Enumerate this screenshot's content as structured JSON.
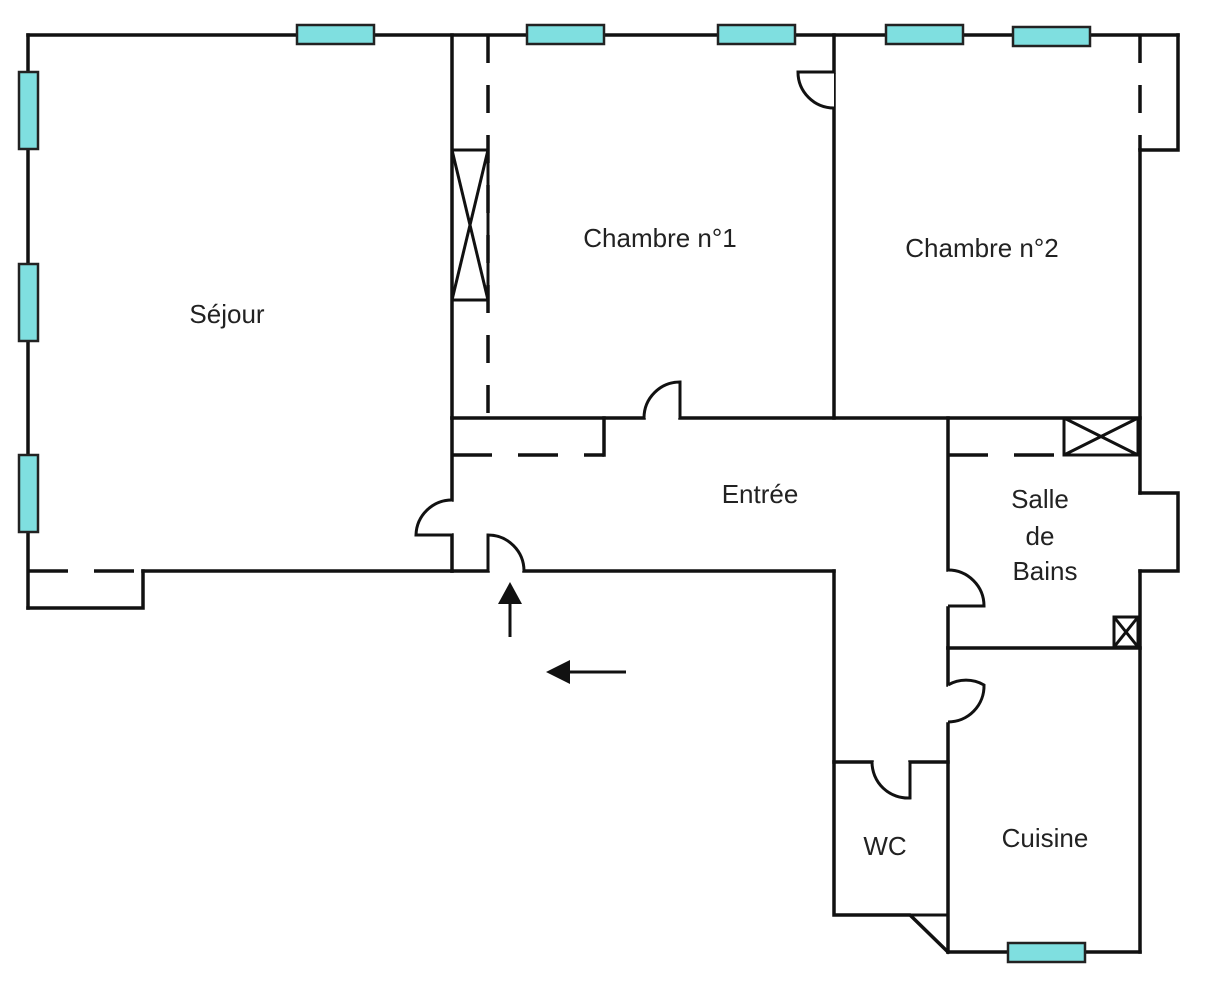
{
  "colors": {
    "wall": "#111111",
    "window": "#7fdfe0",
    "background": "#ffffff"
  },
  "rooms": {
    "sejour": "Séjour",
    "chambre1": "Chambre n°1",
    "chambre2": "Chambre n°2",
    "entree": "Entrée",
    "salle_de_bains": [
      "Salle",
      "de",
      "Bains"
    ],
    "wc": "WC",
    "cuisine": "Cuisine"
  }
}
